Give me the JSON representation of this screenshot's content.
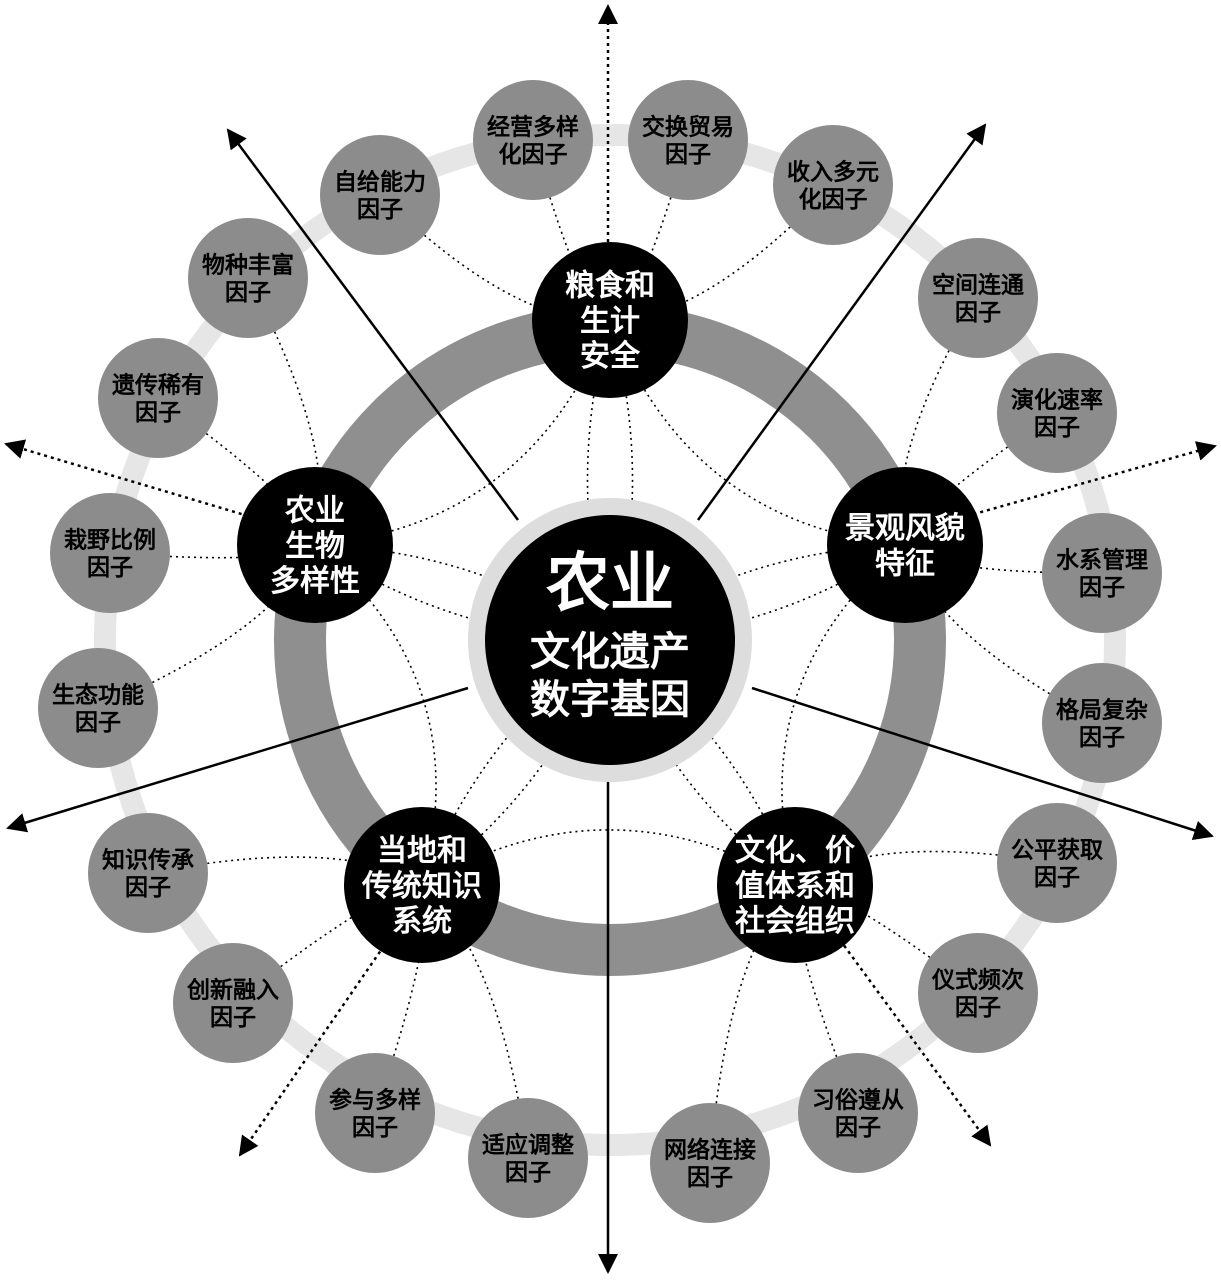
{
  "center": {
    "line1": "农业",
    "line2": "文化遗产",
    "line3": "数字基因"
  },
  "dimensions": [
    {
      "id": "food",
      "lines": [
        "粮食和",
        "生计",
        "安全"
      ]
    },
    {
      "id": "landscape",
      "lines": [
        "景观风貌",
        "特征"
      ]
    },
    {
      "id": "culture",
      "lines": [
        "文化、价",
        "值体系和",
        "社会组织"
      ]
    },
    {
      "id": "knowledge",
      "lines": [
        "当地和",
        "传统知识",
        "系统"
      ]
    },
    {
      "id": "biodiversity",
      "lines": [
        "农业",
        "生物",
        "多样性"
      ]
    }
  ],
  "factors": [
    {
      "parent": "food",
      "lines": [
        "自给能力",
        "因子"
      ]
    },
    {
      "parent": "food",
      "lines": [
        "经营多样",
        "化因子"
      ]
    },
    {
      "parent": "food",
      "lines": [
        "交换贸易",
        "因子"
      ]
    },
    {
      "parent": "food",
      "lines": [
        "收入多元",
        "化因子"
      ]
    },
    {
      "parent": "landscape",
      "lines": [
        "空间连通",
        "因子"
      ]
    },
    {
      "parent": "landscape",
      "lines": [
        "演化速率",
        "因子"
      ]
    },
    {
      "parent": "landscape",
      "lines": [
        "水系管理",
        "因子"
      ]
    },
    {
      "parent": "landscape",
      "lines": [
        "格局复杂",
        "因子"
      ]
    },
    {
      "parent": "culture",
      "lines": [
        "公平获取",
        "因子"
      ]
    },
    {
      "parent": "culture",
      "lines": [
        "仪式频次",
        "因子"
      ]
    },
    {
      "parent": "culture",
      "lines": [
        "习俗遵从",
        "因子"
      ]
    },
    {
      "parent": "culture",
      "lines": [
        "网络连接",
        "因子"
      ]
    },
    {
      "parent": "knowledge",
      "lines": [
        "适应调整",
        "因子"
      ]
    },
    {
      "parent": "knowledge",
      "lines": [
        "参与多样",
        "因子"
      ]
    },
    {
      "parent": "knowledge",
      "lines": [
        "创新融入",
        "因子"
      ]
    },
    {
      "parent": "knowledge",
      "lines": [
        "知识传承",
        "因子"
      ]
    },
    {
      "parent": "biodiversity",
      "lines": [
        "生态功能",
        "因子"
      ]
    },
    {
      "parent": "biodiversity",
      "lines": [
        "栽野比例",
        "因子"
      ]
    },
    {
      "parent": "biodiversity",
      "lines": [
        "遗传稀有",
        "因子"
      ]
    },
    {
      "parent": "biodiversity",
      "lines": [
        "物种丰富",
        "因子"
      ]
    }
  ],
  "colors": {
    "black_node": "#000000",
    "factor_node": "#8c8c8c",
    "inner_ring": "#8f8f8f",
    "outer_ring": "#e6e6e6",
    "center_halo": "#dddddd"
  }
}
